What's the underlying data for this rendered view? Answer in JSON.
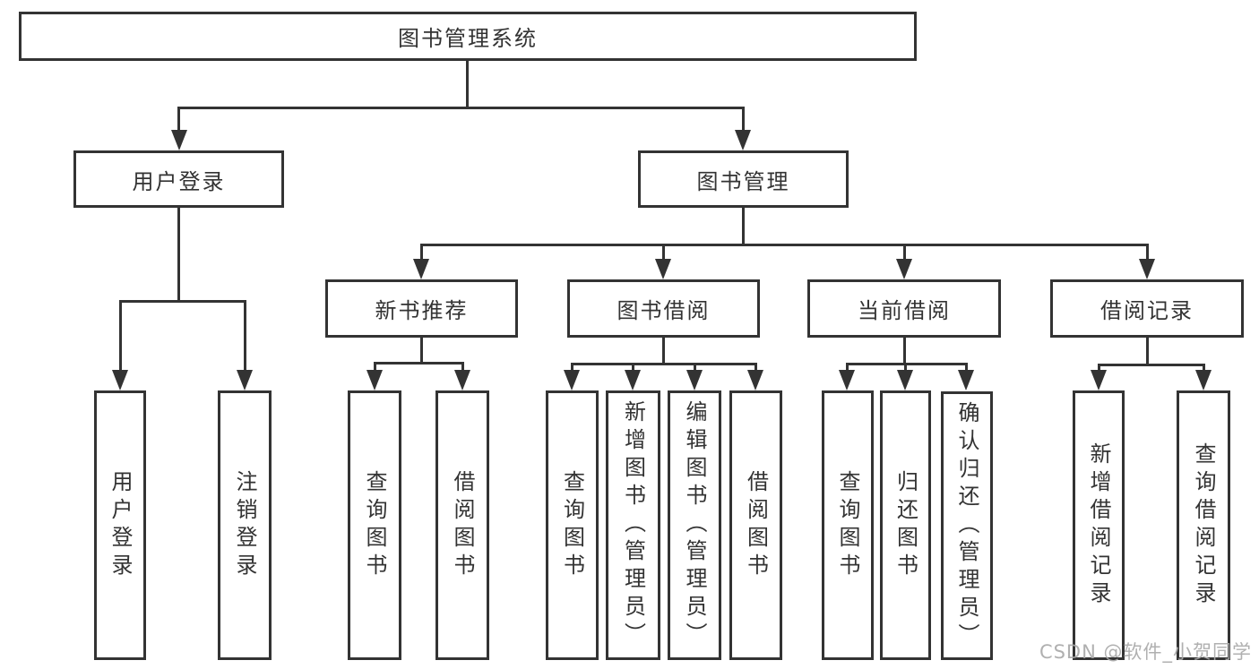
{
  "tree": {
    "root": "图书管理系统",
    "level2": [
      {
        "label": "用户登录",
        "children": [
          {
            "label": "用户登录"
          },
          {
            "label": "注销登录"
          }
        ]
      },
      {
        "label": "图书管理",
        "children": [
          {
            "label": "新书推荐",
            "children": [
              {
                "label": "查询图书"
              },
              {
                "label": "借阅图书"
              }
            ]
          },
          {
            "label": "图书借阅",
            "children": [
              {
                "label": "查询图书"
              },
              {
                "label": "新增图书（管理员）"
              },
              {
                "label": "编辑图书（管理员）"
              },
              {
                "label": "借阅图书"
              }
            ]
          },
          {
            "label": "当前借阅",
            "children": [
              {
                "label": "查询图书"
              },
              {
                "label": "归还图书"
              },
              {
                "label": "确认归还（管理员）"
              }
            ]
          },
          {
            "label": "借阅记录",
            "children": [
              {
                "label": "新增借阅记录"
              },
              {
                "label": "查询借阅记录"
              }
            ]
          }
        ]
      }
    ]
  },
  "watermark": "CSDN @软件_小贺同学",
  "colors": {
    "line": "#333333",
    "text": "#333333",
    "watermark": "#a9a9a9"
  }
}
